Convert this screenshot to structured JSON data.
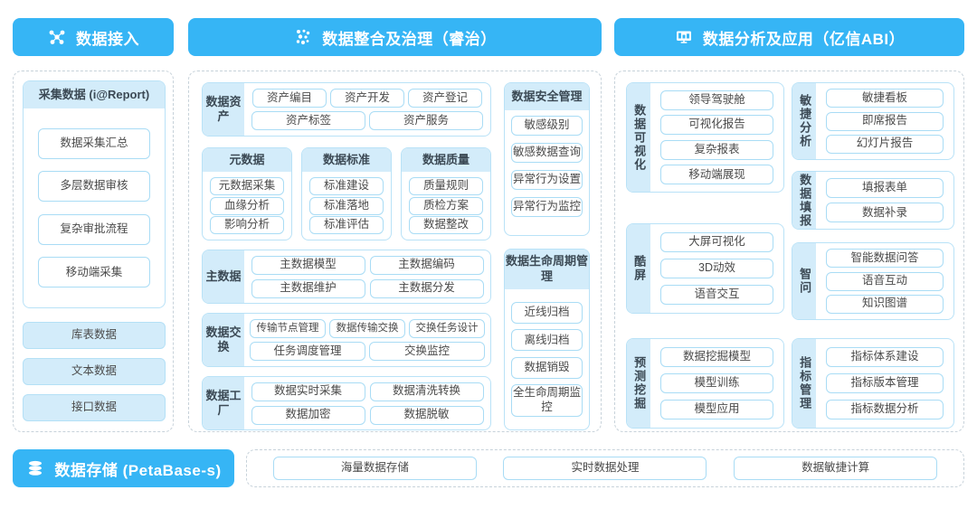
{
  "theme": {
    "accent": "#36b5f5",
    "pill_border": "#a9dcf5",
    "panel_fill": "#d3ecfa",
    "dashed_border": "#c7d2da",
    "text": "#4a4a4a"
  },
  "headers": {
    "ingest": {
      "label": "数据接入",
      "icon": "network-nodes-icon"
    },
    "govern": {
      "label": "数据整合及治理（睿治）",
      "icon": "dots-cluster-icon"
    },
    "analyze": {
      "label": "数据分析及应用（亿信ABI）",
      "icon": "monitor-icon"
    },
    "storage": {
      "label": "数据存储 (PetaBase-s)",
      "icon": "database-stack-icon"
    }
  },
  "ingest": {
    "collect_card": {
      "title": "采集数据 (i@Report)",
      "items": [
        "数据采集汇总",
        "多层数据审核",
        "复杂审批流程",
        "移动端采集"
      ]
    },
    "sources": [
      "库表数据",
      "文本数据",
      "接口数据"
    ]
  },
  "govern": {
    "asset_group": {
      "label": "数据资产",
      "row1": [
        "资产编目",
        "资产开发",
        "资产登记"
      ],
      "row2": [
        "资产标签",
        "资产服务"
      ]
    },
    "cards": [
      {
        "title": "元数据",
        "items": [
          "元数据采集",
          "血缘分析",
          "影响分析"
        ]
      },
      {
        "title": "数据标准",
        "items": [
          "标准建设",
          "标准落地",
          "标准评估"
        ]
      },
      {
        "title": "数据质量",
        "items": [
          "质量规则",
          "质检方案",
          "数据整改"
        ]
      }
    ],
    "master_group": {
      "label": "主数据",
      "row1": [
        "主数据模型",
        "主数据编码"
      ],
      "row2": [
        "主数据维护",
        "主数据分发"
      ]
    },
    "exchange_group": {
      "label": "数据交换",
      "row1": [
        "传输节点管理",
        "数据传输交换",
        "交换任务设计"
      ],
      "row2": [
        "任务调度管理",
        "交换监控"
      ]
    },
    "factory_group": {
      "label": "数据工厂",
      "row1": [
        "数据实时采集",
        "数据清洗转换"
      ],
      "row2": [
        "数据加密",
        "数据脱敏"
      ]
    },
    "security_card": {
      "title": "数据安全管理",
      "items": [
        "敏感级别",
        "敏感数据查询",
        "异常行为设置",
        "异常行为监控"
      ]
    },
    "lifecycle_card": {
      "title": "数据生命周期管理",
      "items": [
        "近线归档",
        "离线归档",
        "数据销毁",
        "全生命周期监控"
      ]
    }
  },
  "analyze": {
    "left_groups": [
      {
        "label": "数据可视化",
        "items": [
          "领导驾驶舱",
          "可视化报告",
          "复杂报表",
          "移动端展现"
        ]
      },
      {
        "label": "酷屏",
        "items": [
          "大屏可视化",
          "3D动效",
          "语音交互"
        ]
      },
      {
        "label": "预测挖掘",
        "items": [
          "数据挖掘模型",
          "模型训练",
          "模型应用"
        ]
      }
    ],
    "right_groups": [
      {
        "label": "敏捷分析",
        "items": [
          "敏捷看板",
          "即席报告",
          "幻灯片报告"
        ]
      },
      {
        "label": "数据填报",
        "items": [
          "填报表单",
          "数据补录"
        ]
      },
      {
        "label": "智问",
        "items": [
          "智能数据问答",
          "语音互动",
          "知识图谱"
        ]
      },
      {
        "label": "指标管理",
        "items": [
          "指标体系建设",
          "指标版本管理",
          "指标数据分析"
        ]
      }
    ]
  },
  "storage": {
    "items": [
      "海量数据存储",
      "实时数据处理",
      "数据敏捷计算"
    ]
  }
}
